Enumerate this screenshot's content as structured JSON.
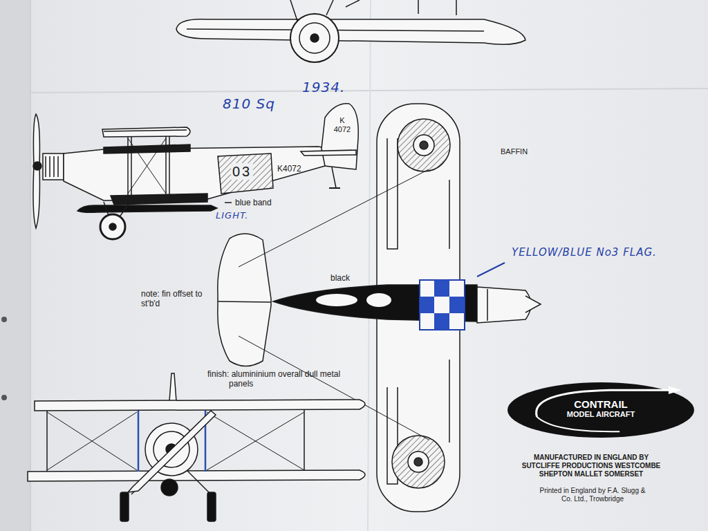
{
  "diagram": {
    "title": "BAFFIN",
    "nodes": [
      {
        "text": [
          "CONTRAIL",
          "MODEL AIRCRAFT"
        ]
      }
    ],
    "labels": [
      "810 Sq",
      "1934.",
      "K 4072",
      "03",
      "K4072",
      "blue band",
      "LIGHT.",
      "YELLOW/BLUE No3 FLAG.",
      "black",
      "note: fin offset to st'b'd",
      "finish: alumininium overall dull metal panels",
      "MANUFACTURED IN ENGLAND BY SUTCLIFFE PRODUCTIONS WESTCOMBE SHEPTON MALLET SOMERSET",
      "Printed in England by F.A. Slugg & Co. Ltd., Trowbridge"
    ]
  }
}
